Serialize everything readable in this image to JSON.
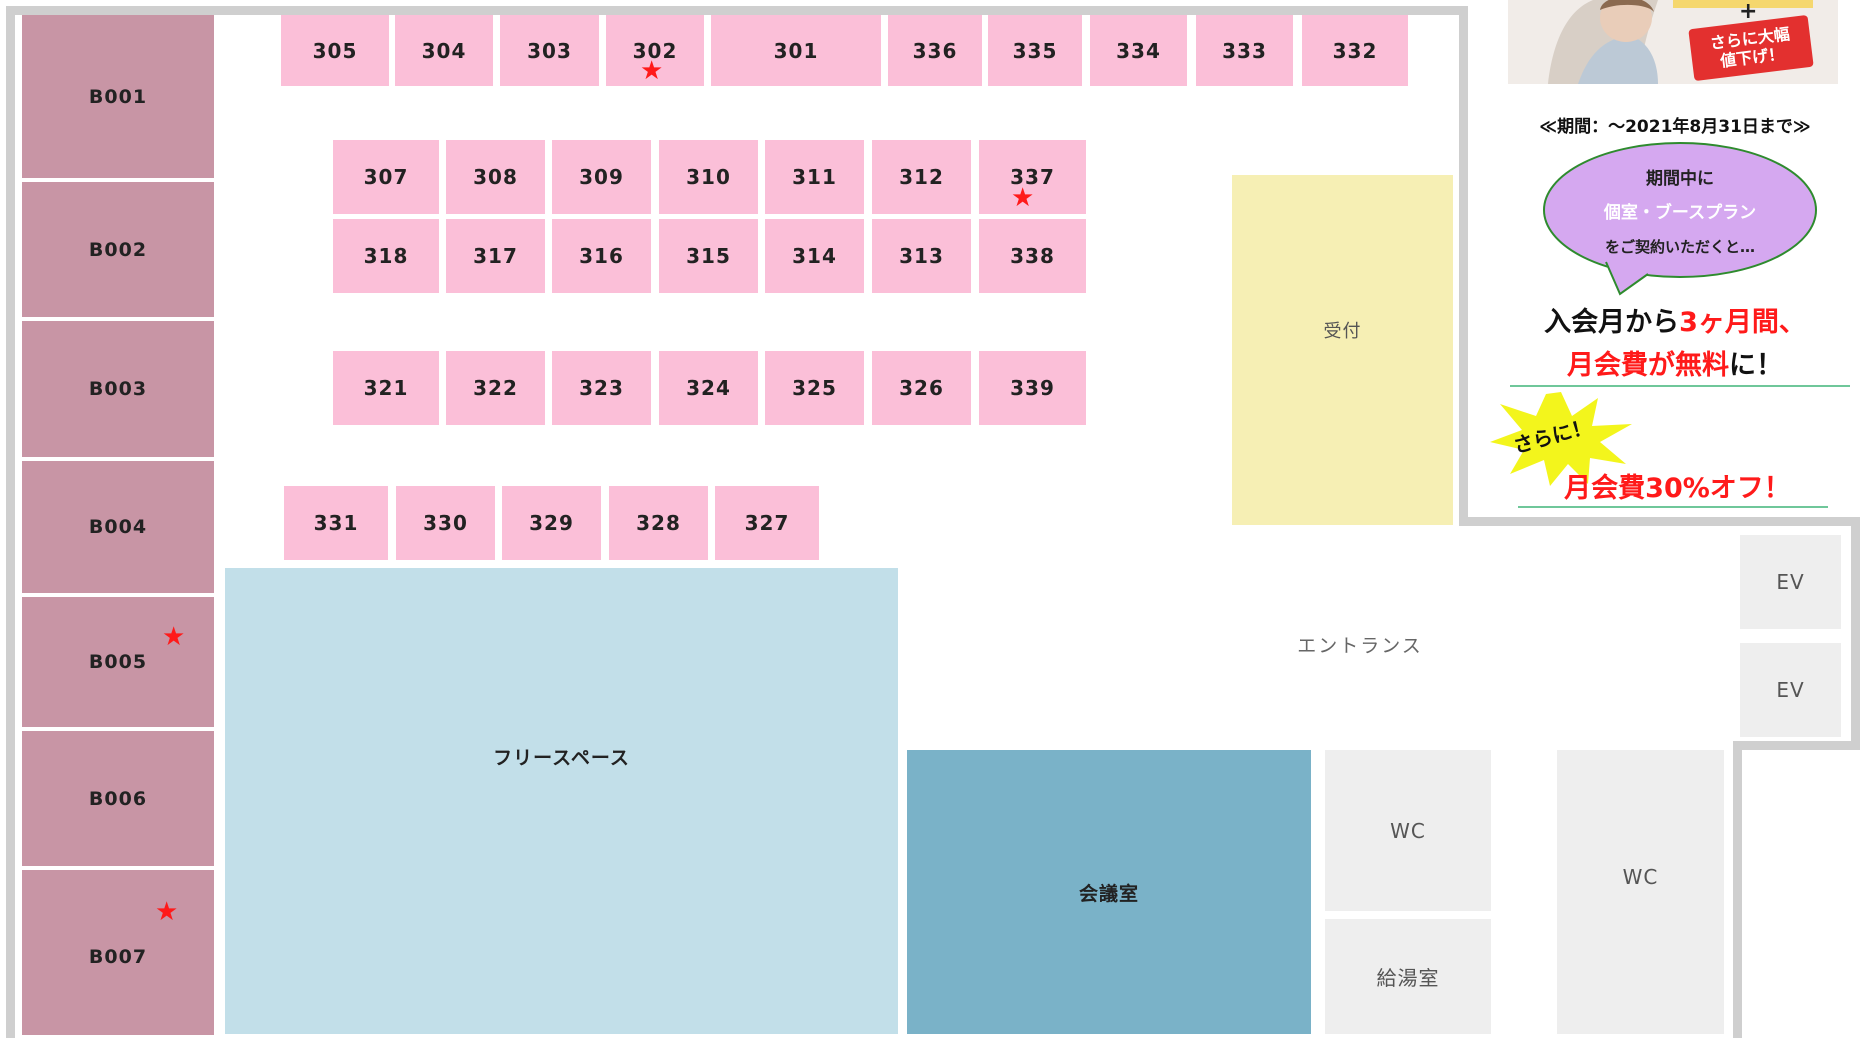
{
  "booths": [
    "B001",
    "B002",
    "B003",
    "B004",
    "B005",
    "B006",
    "B007"
  ],
  "rooms": {
    "top_row": [
      "305",
      "304",
      "303",
      "302",
      "301",
      "336",
      "335",
      "334",
      "333",
      "332"
    ],
    "row2": [
      "307",
      "308",
      "309",
      "310",
      "311",
      "312",
      "337"
    ],
    "row3": [
      "318",
      "317",
      "316",
      "315",
      "314",
      "313",
      "338"
    ],
    "row4": [
      "321",
      "322",
      "323",
      "324",
      "325",
      "326",
      "339"
    ],
    "row5": [
      "331",
      "330",
      "329",
      "328",
      "327"
    ]
  },
  "areas": {
    "free_space": "フリースペース",
    "meeting_room": "会議室",
    "reception": "受付",
    "entrance": "エントランス",
    "ev1": "EV",
    "ev2": "EV",
    "wc1": "WC",
    "wc2": "WC",
    "kitchen": "給湯室"
  },
  "promo": {
    "banner_plus": "+",
    "banner_line1": "さらに大幅",
    "banner_line2": "値下げ！",
    "period": "≪期間：～2021年8月31日まで≫",
    "bubble_line1": "期間中に",
    "bubble_line2": "個室・ブースプラン",
    "bubble_line3": "をご契約いただくと…",
    "offer1_a": "入会月から",
    "offer1_b": "3ヶ月間",
    "offer1_c": "、",
    "offer2_a": "月会費が無料",
    "offer2_b": "に！",
    "burst": "さらに！",
    "offer3": "月会費30%オフ！"
  },
  "marker": "★",
  "colors": {
    "room": "#fbbfd8",
    "booth": "#c895a5",
    "free_space": "#c2dfe9",
    "meeting_room": "#7ab2c8",
    "reception": "#f6efb4",
    "wc": "#eeeeee",
    "accent_red": "#ff1a1a",
    "bubble": "#d5a8f0",
    "burst": "#f3f51c"
  }
}
